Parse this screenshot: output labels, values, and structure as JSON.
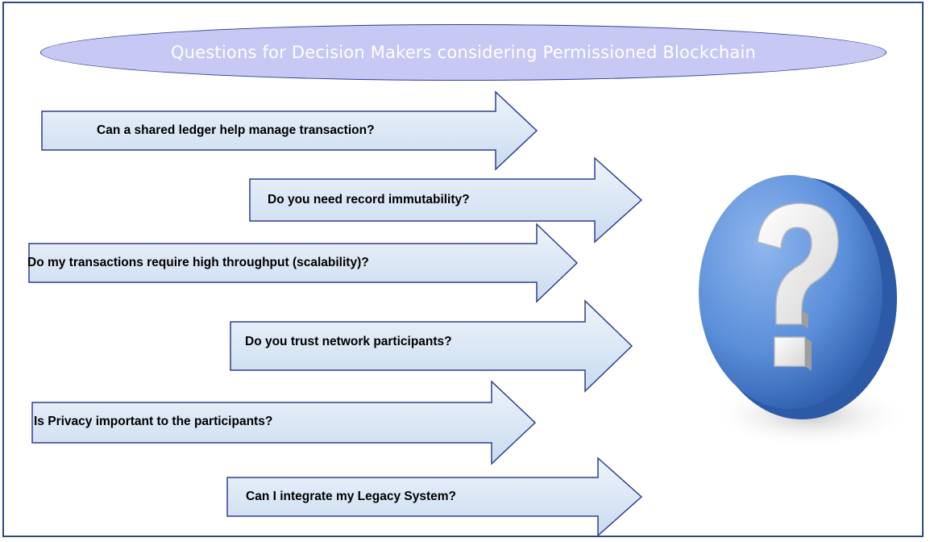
{
  "title": "Questions for Decision Makers considering Permissioned Blockchain",
  "questions": [
    "Can a shared ledger help manage transaction?",
    "Do you need record immutability?",
    "Do my transactions require high throughput (scalability)?",
    "Do you trust network participants?",
    "Is Privacy important to the participants?",
    "Can I integrate my Legacy System?"
  ],
  "colors": {
    "arrow_fill_top": "#eef4fb",
    "arrow_fill_bottom": "#c9dbef",
    "arrow_stroke": "#2e3f8f",
    "ellipse_fill": "#c8c8f5",
    "sphere": "#5b8fd9"
  },
  "icon": "question-mark-sphere-icon"
}
